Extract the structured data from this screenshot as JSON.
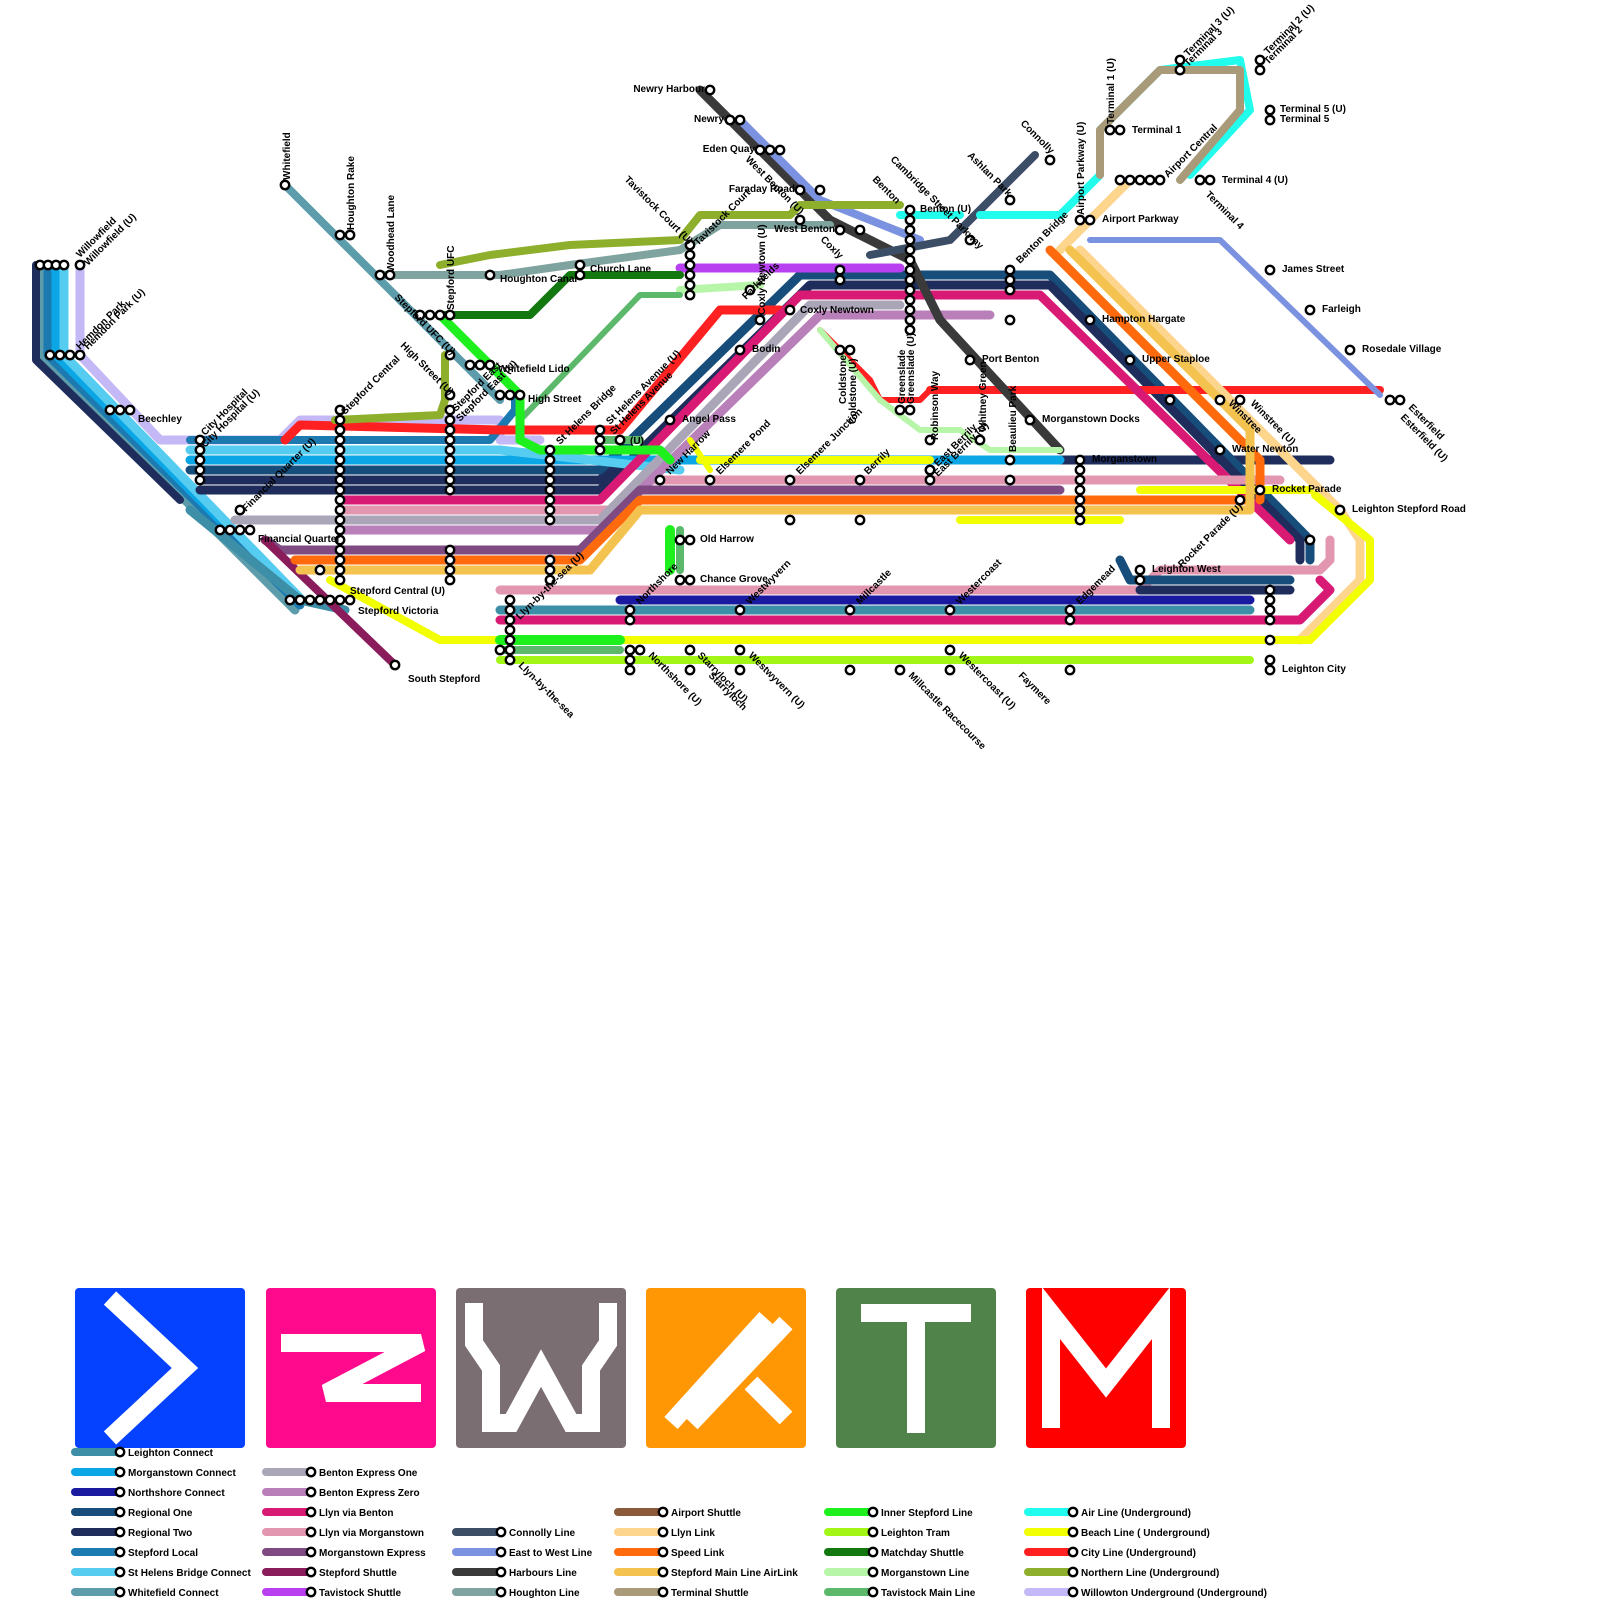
{
  "colors": {
    "leighton_connect": "#3d8fa8",
    "morganstown_connect": "#0ba6e5",
    "northshore_connect": "#1a1aa0",
    "regional_one": "#174d7a",
    "regional_two": "#1e2d5c",
    "stepford_local": "#1d7ab0",
    "st_helens_bridge_connect": "#55ccf0",
    "whitefield_connect": "#5c9cab",
    "benton_express_one": "#aaa6b8",
    "benton_express_zero": "#b97fb9",
    "llyn_via_benton": "#d91a75",
    "llyn_via_morganstown": "#e396b0",
    "morganstown_express": "#7f4a82",
    "stepford_shuttle": "#8a1c5c",
    "tavistock_shuttle": "#b840f0",
    "connolly_line": "#3b4e66",
    "east_to_west_line": "#7b92e0",
    "harbours_line": "#3a3a3a",
    "houghton_line": "#7fa39e",
    "airport_shuttle": "#8a5a3b",
    "llyn_link": "#fdd58d",
    "speed_link": "#ff6a0d",
    "stepford_main_line_airlink": "#f4c24f",
    "terminal_shuttle": "#a99a7a",
    "inner_stepford_line": "#1ef01e",
    "leighton_tram": "#a2f514",
    "matchday_shuttle": "#12780f",
    "morganstown_line": "#b7f5a8",
    "tavistock_main_line": "#5cb86a",
    "air_line": "#22fcec",
    "beach_line": "#f2ff00",
    "city_line": "#ff2121",
    "northern_line": "#8eaf2c",
    "willowton_underground": "#c4b8f7",
    "logo_blue": "#0442ff",
    "logo_pink": "#ff0a8c",
    "logo_grey": "#7a6e73",
    "logo_orange": "#ff9705",
    "logo_green": "#508349",
    "logo_red": "#ff0000"
  },
  "stations": [
    {
      "name": "Newry Harbour",
      "anchor": "end"
    },
    {
      "name": "Newry",
      "anchor": "end"
    },
    {
      "name": "Eden Quay",
      "anchor": "end"
    },
    {
      "name": "Faraday Road",
      "anchor": "end"
    },
    {
      "name": "West Benton (U)",
      "anchor": "rot"
    },
    {
      "name": "West Benton",
      "anchor": "end"
    },
    {
      "name": "Coxly",
      "anchor": "rot"
    },
    {
      "name": "Coxly Newtown (U)",
      "anchor": "rot"
    },
    {
      "name": "Coxly Newtown",
      "anchor": "start"
    },
    {
      "name": "Benton",
      "anchor": "rot"
    },
    {
      "name": "Benton (U)",
      "anchor": "start"
    },
    {
      "name": "Cambridge Street Parkway",
      "anchor": "rot"
    },
    {
      "name": "Ashlan Park",
      "anchor": "rot"
    },
    {
      "name": "Connolly",
      "anchor": "rot"
    },
    {
      "name": "Airport Parkway (U)",
      "anchor": "rot"
    },
    {
      "name": "Airport Parkway",
      "anchor": "start"
    },
    {
      "name": "Terminal 1 (U)",
      "anchor": "rot"
    },
    {
      "name": "Terminal 1",
      "anchor": "start"
    },
    {
      "name": "Terminal 3 (U)",
      "anchor": "rot"
    },
    {
      "name": "Terminal 3",
      "anchor": "rot"
    },
    {
      "name": "Terminal 2 (U)",
      "anchor": "rot"
    },
    {
      "name": "Terminal 2",
      "anchor": "rot"
    },
    {
      "name": "Terminal 5 (U)",
      "anchor": "start"
    },
    {
      "name": "Terminal 5",
      "anchor": "start"
    },
    {
      "name": "Airport Central",
      "anchor": "rot"
    },
    {
      "name": "Terminal 4 (U)",
      "anchor": "start"
    },
    {
      "name": "Terminal 4",
      "anchor": "rot"
    },
    {
      "name": "James Street",
      "anchor": "start"
    },
    {
      "name": "Farleigh",
      "anchor": "start"
    },
    {
      "name": "Rosedale Village",
      "anchor": "start"
    },
    {
      "name": "Esterfield",
      "anchor": "rot"
    },
    {
      "name": "Esterfield (U)",
      "anchor": "rot"
    },
    {
      "name": "Benton Bridge",
      "anchor": "rot"
    },
    {
      "name": "Hampton Hargate",
      "anchor": "start"
    },
    {
      "name": "Upper Staploe",
      "anchor": "start"
    },
    {
      "name": "Port Benton",
      "anchor": "start"
    },
    {
      "name": "Morganstown Docks",
      "anchor": "start"
    },
    {
      "name": "Morganstown",
      "anchor": "start"
    },
    {
      "name": "Winstree",
      "anchor": "rot"
    },
    {
      "name": "Winstree (U)",
      "anchor": "rot"
    },
    {
      "name": "Water Newton",
      "anchor": "start"
    },
    {
      "name": "Rocket Parade",
      "anchor": "start"
    },
    {
      "name": "Leighton Stepford Road",
      "anchor": "start"
    },
    {
      "name": "Rocket Parade (U)",
      "anchor": "rot"
    },
    {
      "name": "Leighton West",
      "anchor": "start"
    },
    {
      "name": "Leighton City",
      "anchor": "start"
    },
    {
      "name": "Edgemead",
      "anchor": "rot"
    },
    {
      "name": "Westercoast",
      "anchor": "rot"
    },
    {
      "name": "Westercoast (U)",
      "anchor": "rot"
    },
    {
      "name": "Faymere",
      "anchor": "rot"
    },
    {
      "name": "Millcastle",
      "anchor": "rot"
    },
    {
      "name": "Millcastle Racecourse",
      "anchor": "rot"
    },
    {
      "name": "Westwyvern",
      "anchor": "rot"
    },
    {
      "name": "Westwyvern (U)",
      "anchor": "rot"
    },
    {
      "name": "Starryloch",
      "anchor": "rot"
    },
    {
      "name": "Starryloch (U)",
      "anchor": "rot"
    },
    {
      "name": "Northshore",
      "anchor": "rot"
    },
    {
      "name": "Northshore (U)",
      "anchor": "rot"
    },
    {
      "name": "Llyn-by-the-sea",
      "anchor": "rot"
    },
    {
      "name": "Llyn-by-the-sea (U)",
      "anchor": "rot"
    },
    {
      "name": "Old Harrow",
      "anchor": "start"
    },
    {
      "name": "Chance Grove",
      "anchor": "start"
    },
    {
      "name": "Elsemere Pond",
      "anchor": "rot"
    },
    {
      "name": "Elsemere Junction",
      "anchor": "rot"
    },
    {
      "name": "Berrily",
      "anchor": "rot"
    },
    {
      "name": "East Berrily",
      "anchor": "rot"
    },
    {
      "name": "East Berrily (U)",
      "anchor": "rot"
    },
    {
      "name": "Beaulieu Park",
      "anchor": "rot"
    },
    {
      "name": "Whitney Green",
      "anchor": "rot"
    },
    {
      "name": "Robinson Way",
      "anchor": "rot"
    },
    {
      "name": "Greenslade",
      "anchor": "rot"
    },
    {
      "name": "Greenslade (U)",
      "anchor": "rot"
    },
    {
      "name": "Coldstone",
      "anchor": "rot"
    },
    {
      "name": "Coldstone (U)",
      "anchor": "rot"
    },
    {
      "name": "Bodin",
      "anchor": "start"
    },
    {
      "name": "Parkfields",
      "anchor": "rot"
    },
    {
      "name": "Angel Pass",
      "anchor": "start"
    },
    {
      "name": "New Harrow",
      "anchor": "rot"
    },
    {
      "name": "St Helens Avenue (U)",
      "anchor": "rot"
    },
    {
      "name": "St Helens Avenue",
      "anchor": "rot"
    },
    {
      "name": "(U)",
      "anchor": "start"
    },
    {
      "name": "St Helens Bridge",
      "anchor": "rot"
    },
    {
      "name": "Tavistock Court (U)",
      "anchor": "rot"
    },
    {
      "name": "Tavistock Court",
      "anchor": "rot"
    },
    {
      "name": "Church Lane",
      "anchor": "start"
    },
    {
      "name": "Houghton Canal",
      "anchor": "start"
    },
    {
      "name": "Houghton Rake",
      "anchor": "rot"
    },
    {
      "name": "Woodhead Lane",
      "anchor": "rot"
    },
    {
      "name": "Whitefield",
      "anchor": "rot"
    },
    {
      "name": "Stepford UFC",
      "anchor": "rot"
    },
    {
      "name": "Stepford UFC (U)",
      "anchor": "rot"
    },
    {
      "name": "Whitefield Lido",
      "anchor": "start"
    },
    {
      "name": "High Street",
      "anchor": "start"
    },
    {
      "name": "High Street (U)",
      "anchor": "rot"
    },
    {
      "name": "Stepford East",
      "anchor": "rot"
    },
    {
      "name": "Stepford East (U)",
      "anchor": "rot"
    },
    {
      "name": "Stepford Central",
      "anchor": "rot"
    },
    {
      "name": "Stepford Central (U)",
      "anchor": "start"
    },
    {
      "name": "Stepford Victoria",
      "anchor": "start"
    },
    {
      "name": "South Stepford",
      "anchor": "start"
    },
    {
      "name": "Financial Quarter",
      "anchor": "start"
    },
    {
      "name": "Financial Quarter (U)",
      "anchor": "rot"
    },
    {
      "name": "City Hospital",
      "anchor": "rot"
    },
    {
      "name": "City Hospital (U)",
      "anchor": "rot"
    },
    {
      "name": "Beechley",
      "anchor": "start"
    },
    {
      "name": "Hemdon Park",
      "anchor": "rot"
    },
    {
      "name": "Hemdon Park (U)",
      "anchor": "rot"
    },
    {
      "name": "Willowfield",
      "anchor": "rot"
    },
    {
      "name": "Willowfield (U)",
      "anchor": "rot"
    }
  ],
  "legend": [
    {
      "name": "Leighton Connect",
      "key": "leighton_connect"
    },
    {
      "name": "Morganstown Connect",
      "key": "morganstown_connect"
    },
    {
      "name": "Northshore Connect",
      "key": "northshore_connect"
    },
    {
      "name": "Regional One",
      "key": "regional_one"
    },
    {
      "name": "Regional Two",
      "key": "regional_two"
    },
    {
      "name": "Stepford Local",
      "key": "stepford_local"
    },
    {
      "name": "St Helens Bridge Connect",
      "key": "st_helens_bridge_connect"
    },
    {
      "name": "Whitefield Connect",
      "key": "whitefield_connect"
    },
    {
      "name": "Benton Express One",
      "key": "benton_express_one"
    },
    {
      "name": "Benton Express Zero",
      "key": "benton_express_zero"
    },
    {
      "name": "Llyn via Benton",
      "key": "llyn_via_benton"
    },
    {
      "name": "Llyn via Morganstown",
      "key": "llyn_via_morganstown"
    },
    {
      "name": "Morganstown Express",
      "key": "morganstown_express"
    },
    {
      "name": "Stepford Shuttle",
      "key": "stepford_shuttle"
    },
    {
      "name": "Tavistock Shuttle",
      "key": "tavistock_shuttle"
    },
    {
      "name": "Connolly Line",
      "key": "connolly_line"
    },
    {
      "name": "East to West Line",
      "key": "east_to_west_line"
    },
    {
      "name": "Harbours Line",
      "key": "harbours_line"
    },
    {
      "name": "Houghton Line",
      "key": "houghton_line"
    },
    {
      "name": "Airport Shuttle",
      "key": "airport_shuttle"
    },
    {
      "name": "Llyn Link",
      "key": "llyn_link"
    },
    {
      "name": "Speed Link",
      "key": "speed_link"
    },
    {
      "name": "Stepford Main Line AirLink",
      "key": "stepford_main_line_airlink"
    },
    {
      "name": "Terminal Shuttle",
      "key": "terminal_shuttle"
    },
    {
      "name": "Inner Stepford Line",
      "key": "inner_stepford_line"
    },
    {
      "name": "Leighton Tram",
      "key": "leighton_tram"
    },
    {
      "name": "Matchday Shuttle",
      "key": "matchday_shuttle"
    },
    {
      "name": "Morganstown Line",
      "key": "morganstown_line"
    },
    {
      "name": "Tavistock Main Line",
      "key": "tavistock_main_line"
    },
    {
      "name": "Air Line (Underground)",
      "key": "air_line"
    },
    {
      "name": "Beach Line ( Underground)",
      "key": "beach_line"
    },
    {
      "name": "City Line (Underground)",
      "key": "city_line"
    },
    {
      "name": "Northern Line (Underground)",
      "key": "northern_line"
    },
    {
      "name": "Willowton Underground (Underground)",
      "key": "willowton_underground"
    }
  ],
  "logos": [
    {
      "name": "operator-logo-blue",
      "color": "logo_blue"
    },
    {
      "name": "operator-logo-pink",
      "color": "logo_pink"
    },
    {
      "name": "operator-logo-grey",
      "color": "logo_grey"
    },
    {
      "name": "operator-logo-orange",
      "color": "logo_orange"
    },
    {
      "name": "operator-logo-green",
      "color": "logo_green"
    },
    {
      "name": "operator-logo-red",
      "color": "logo_red"
    }
  ]
}
